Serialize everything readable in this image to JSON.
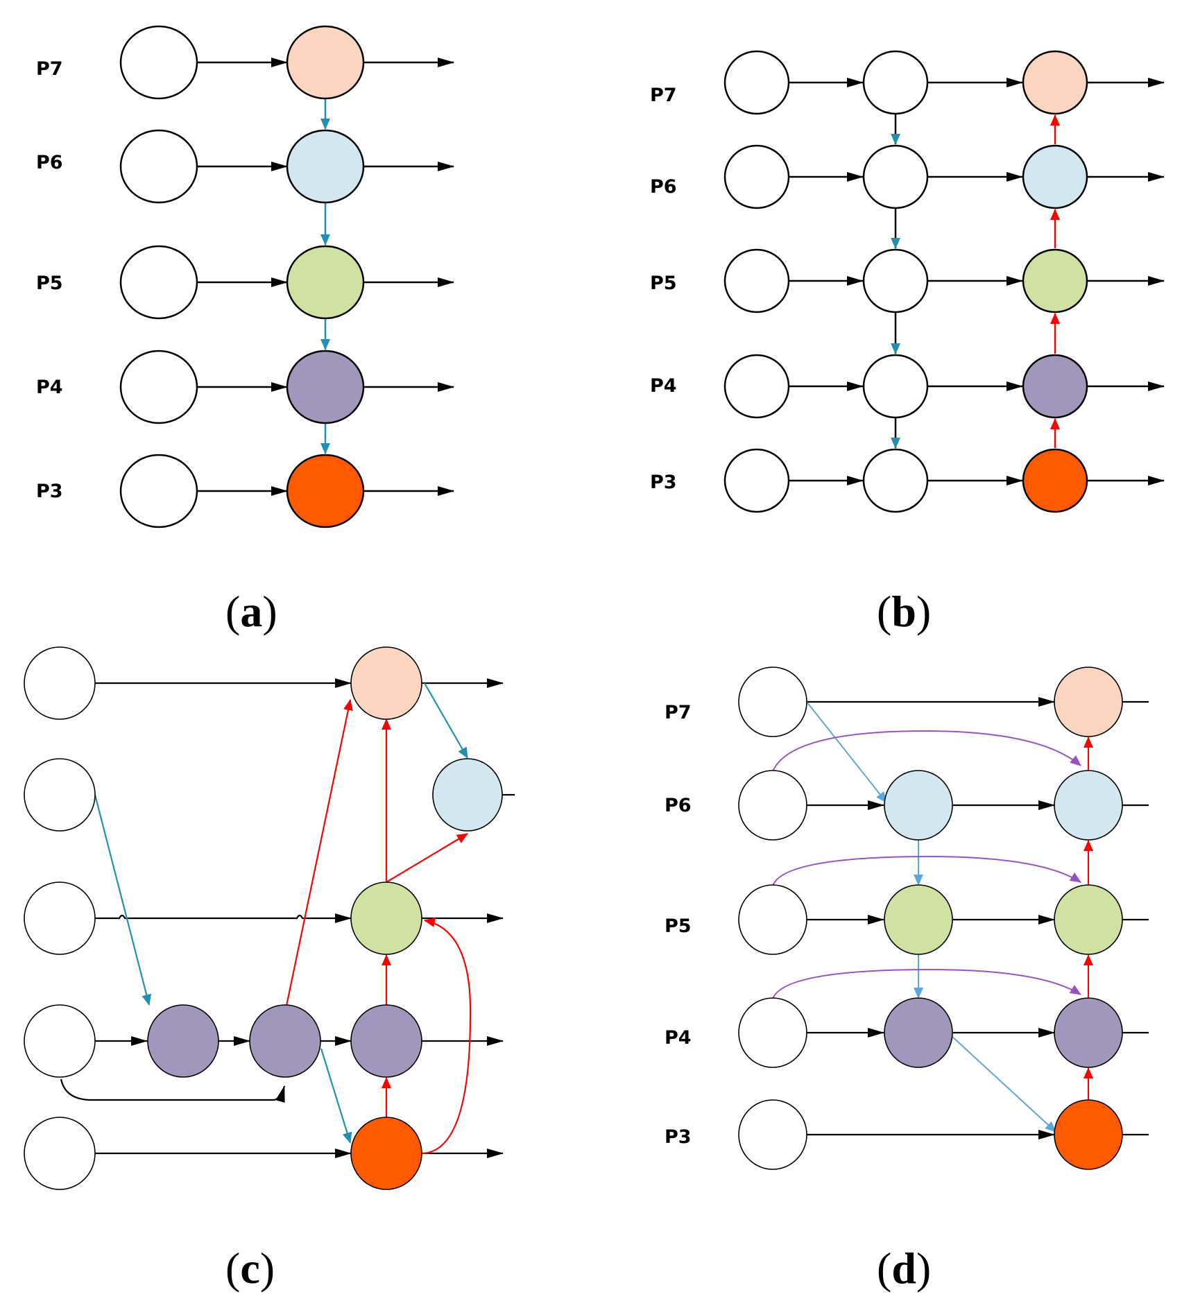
{
  "panels": [
    {
      "id": "a",
      "caption_letter": "a",
      "levels": [
        "P7",
        "P6",
        "P5",
        "P4",
        "P3"
      ]
    },
    {
      "id": "b",
      "caption_letter": "b",
      "levels": [
        "P7",
        "P6",
        "P5",
        "P4",
        "P3"
      ]
    },
    {
      "id": "c",
      "caption_letter": "c",
      "levels": []
    },
    {
      "id": "d",
      "caption_letter": "d",
      "levels": [
        "P7",
        "P6",
        "P5",
        "P4",
        "P3"
      ]
    }
  ],
  "colors": {
    "P7": "#fcd5c0",
    "P6": "#d2e7ef",
    "P5": "#cfe2a1",
    "P4": "#a197bd",
    "P3": "#ff5a00",
    "plain": "#ffffff",
    "edge_black": "#000000",
    "edge_teal": "#1f90b0",
    "edge_red": "#ff0000",
    "edge_lightblue": "#5aa7dc",
    "edge_purple": "#9a4fc4"
  }
}
